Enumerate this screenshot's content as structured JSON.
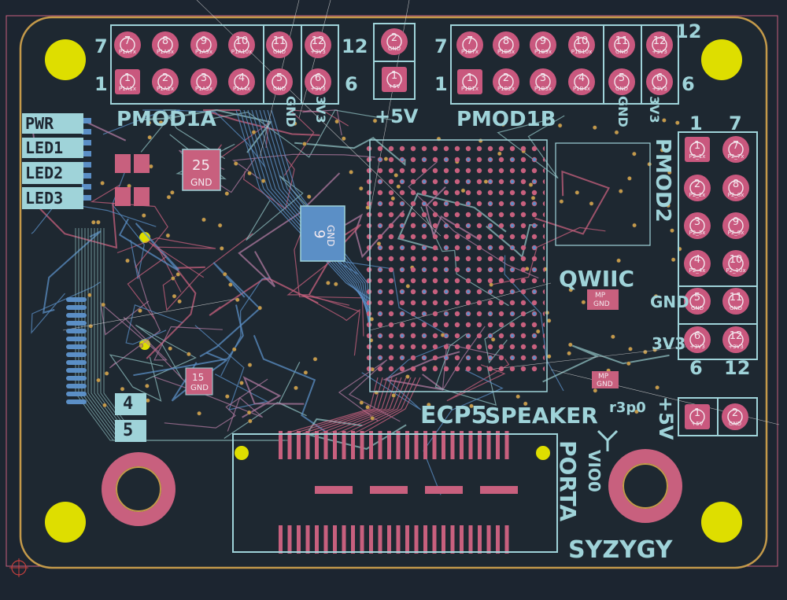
{
  "board": {
    "revision": "r3p0",
    "name_label": "ECP5",
    "speaker_label": "SPEAKER",
    "qwiic_label": "QWIIC",
    "syzygy_label": "SYZYGY",
    "porta_label": "PORTA",
    "vio_label": "VIO0"
  },
  "side_labels": {
    "leds": [
      "PWR",
      "LED1",
      "LED2",
      "LED3"
    ],
    "buttons": [
      "4",
      "5"
    ]
  },
  "pmod1a": {
    "title": "PMOD1A",
    "col_num_left_top": "7",
    "col_num_left_bottom": "1",
    "col_num_right_top": "12",
    "col_num_right_bottom": "6",
    "gnd": "GND",
    "v3v3": "3V3",
    "top_pins": [
      {
        "num": "7",
        "net": "P1A7x"
      },
      {
        "num": "8",
        "net": "P1A8x"
      },
      {
        "num": "9",
        "net": "P1A9x"
      },
      {
        "num": "10",
        "net": "P1A10x"
      },
      {
        "num": "11",
        "net": "GND"
      },
      {
        "num": "12",
        "net": "+3V3"
      }
    ],
    "bottom_pins": [
      {
        "num": "1",
        "net": "P1A1x"
      },
      {
        "num": "2",
        "net": "P1A2x"
      },
      {
        "num": "3",
        "net": "P1A3x"
      },
      {
        "num": "4",
        "net": "P1A4x"
      },
      {
        "num": "5",
        "net": "GND"
      },
      {
        "num": "6",
        "net": "+3V3"
      }
    ]
  },
  "pmod1b": {
    "title": "PMOD1B",
    "col_num_left_top": "7",
    "col_num_left_bottom": "1",
    "col_num_right_top": "12",
    "col_num_right_bottom": "6",
    "gnd": "GND",
    "v3v3": "3V3",
    "top_pins": [
      {
        "num": "7",
        "net": "P1B7x"
      },
      {
        "num": "8",
        "net": "P1B8x"
      },
      {
        "num": "9",
        "net": "P1B9x"
      },
      {
        "num": "10",
        "net": "P1B10x"
      },
      {
        "num": "11",
        "net": "GND"
      },
      {
        "num": "12",
        "net": "+3V3"
      }
    ],
    "bottom_pins": [
      {
        "num": "1",
        "net": "P1B1x"
      },
      {
        "num": "2",
        "net": "P1B2x"
      },
      {
        "num": "3",
        "net": "P1B3x"
      },
      {
        "num": "4",
        "net": "P1B4x"
      },
      {
        "num": "5",
        "net": "GND"
      },
      {
        "num": "6",
        "net": "+3V3"
      }
    ]
  },
  "pmod2": {
    "title": "PMOD2",
    "row_num_top_left": "1",
    "row_num_top_right": "7",
    "row_num_bottom_left": "6",
    "row_num_bottom_right": "12",
    "gnd": "GND",
    "v3v3": "3V3",
    "left_pins": [
      {
        "num": "1",
        "net": "P2_1x"
      },
      {
        "num": "2",
        "net": "P2_2x"
      },
      {
        "num": "3",
        "net": "P2_3x"
      },
      {
        "num": "4",
        "net": "P2_4x"
      },
      {
        "num": "5",
        "net": "GND"
      },
      {
        "num": "6",
        "net": "+3V3"
      }
    ],
    "right_pins": [
      {
        "num": "7",
        "net": "P2_7x"
      },
      {
        "num": "8",
        "net": "P2_8x"
      },
      {
        "num": "9",
        "net": "P2_9x"
      },
      {
        "num": "10",
        "net": "P2_10x"
      },
      {
        "num": "11",
        "net": "GND"
      },
      {
        "num": "12",
        "net": "+3V3"
      }
    ]
  },
  "power_top": {
    "label": "+5V",
    "pins": [
      {
        "num": "2",
        "net": "GND"
      },
      {
        "num": "1",
        "net": "+5V"
      }
    ]
  },
  "power_right": {
    "label": "+5V",
    "pins": [
      {
        "num": "1",
        "net": "+5V"
      },
      {
        "num": "2",
        "net": "GND"
      }
    ]
  },
  "chips": {
    "u25": {
      "num": "25",
      "net": "GND"
    },
    "u9": {
      "num": "9",
      "net": "GND"
    },
    "u15": {
      "num": "15",
      "net": "GND"
    },
    "mp_labels": [
      "MP",
      "GND"
    ]
  },
  "colors": {
    "background": "#1c2530",
    "silkscreen": "#9fd3d9",
    "pad": "#c9587e",
    "copper_front": "#c8607e",
    "copper_back": "#5b8fc6",
    "board_edge": "#c49a4a",
    "hole": "#dede00"
  }
}
